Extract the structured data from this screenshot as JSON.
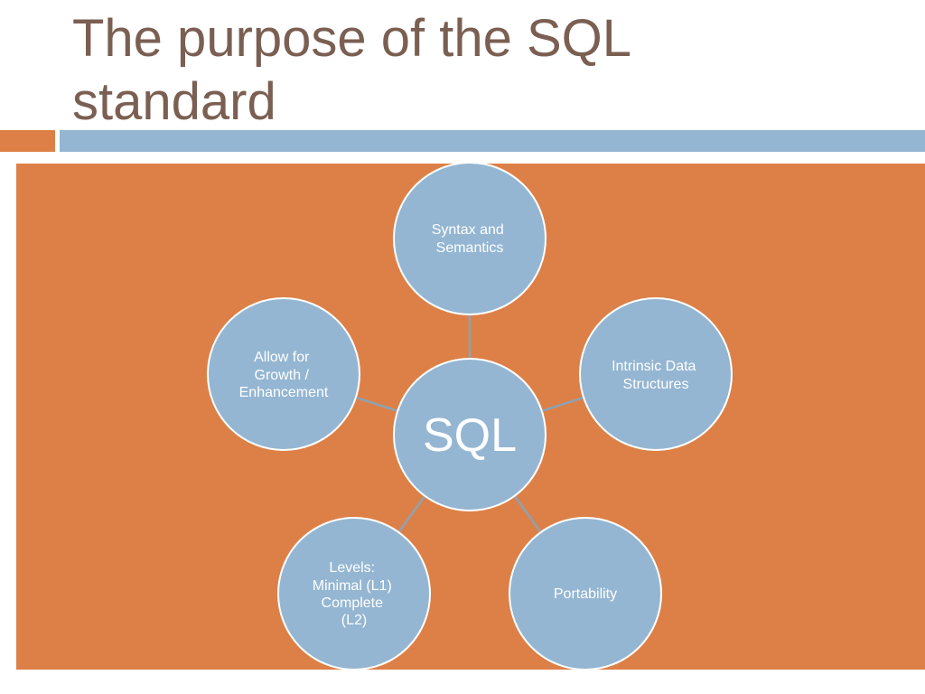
{
  "slide": {
    "title_lines": [
      "The purpose of the SQL",
      "standard"
    ]
  },
  "diagram": {
    "hub": {
      "label": "SQL"
    },
    "nodes": [
      {
        "id": "syntax",
        "lines": [
          "Syntax and",
          "Semantics"
        ]
      },
      {
        "id": "intrinsic",
        "lines": [
          "Intrinsic Data",
          "Structures"
        ]
      },
      {
        "id": "portability",
        "lines": [
          "Portability"
        ]
      },
      {
        "id": "levels",
        "lines": [
          "Levels:",
          "Minimal (L1)",
          "Complete",
          "(L2)"
        ]
      },
      {
        "id": "growth",
        "lines": [
          "Allow for",
          "Growth /",
          "Enhancement"
        ]
      }
    ]
  },
  "colors": {
    "title": "#7a5f52",
    "accent_orange": "#dd8047",
    "accent_blue": "#94b6d2",
    "node_fill": "#94b6d2",
    "node_outline": "#ffffff",
    "connector": "#8fa2b2"
  }
}
